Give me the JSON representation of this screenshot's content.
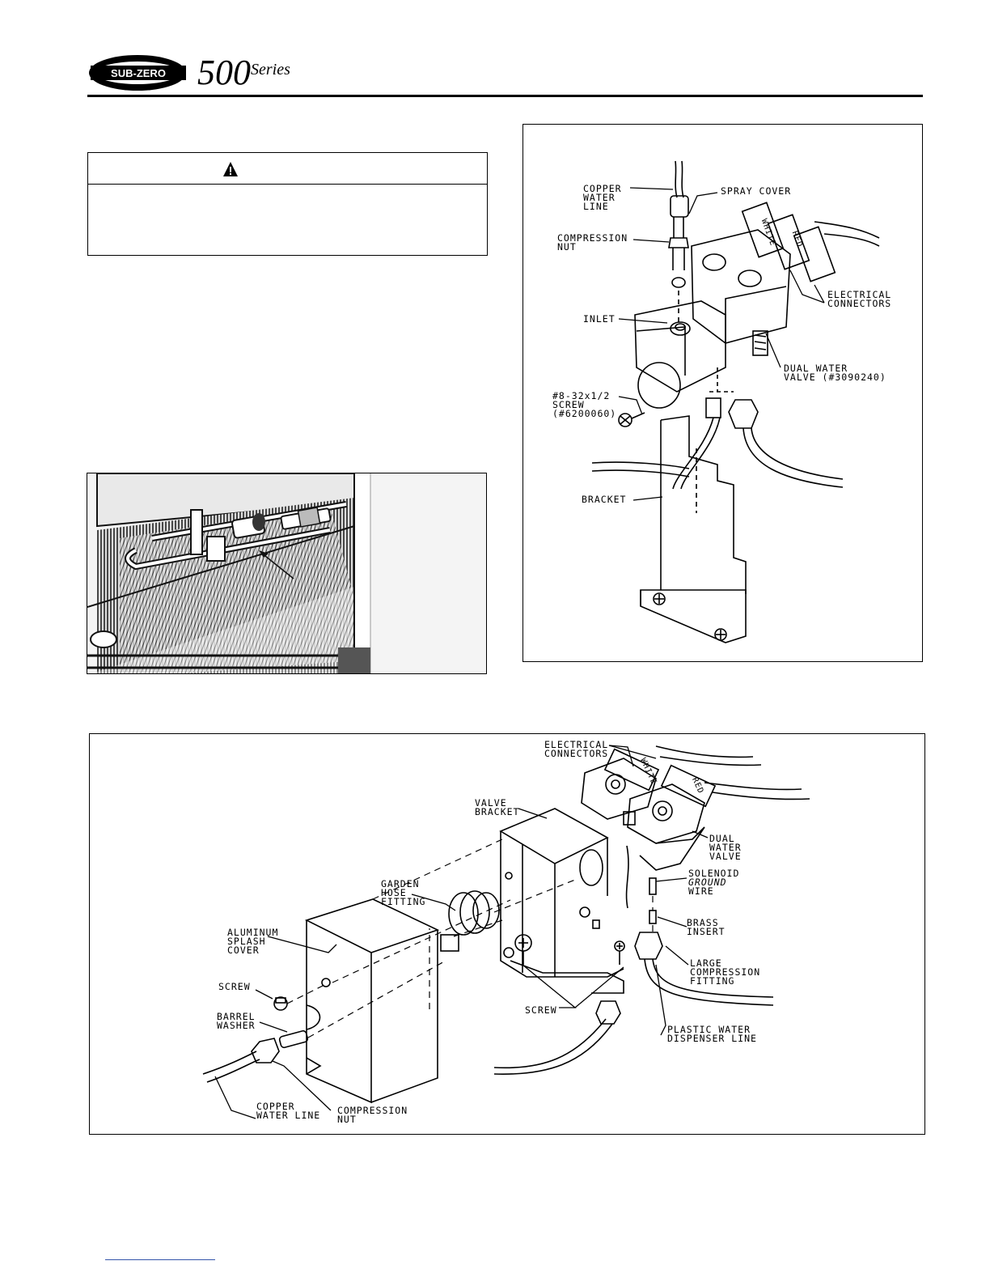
{
  "header": {
    "brand": "SUB-ZERO",
    "series_number": "500",
    "series_word": "Series"
  },
  "warning_box": {
    "icon": "warning-triangle-icon"
  },
  "figure_right": {
    "labels": {
      "copper_water_line": "COPPER\nWATER\nLINE",
      "spray_cover": "SPRAY COVER",
      "compression_nut": "COMPRESSION\nNUT",
      "white": "WHITE",
      "red": "RED",
      "electrical_connectors": "ELECTRICAL\nCONNECTORS",
      "inlet": "INLET",
      "dual_water_valve": "DUAL WATER\nVALVE (#3090240)",
      "screw": "#8-32x1/2\nSCREW\n(#6200060)",
      "bracket": "BRACKET"
    }
  },
  "figure_bottom": {
    "labels": {
      "electrical_connectors": "ELECTRICAL\nCONNECTORS",
      "white": "WHITE",
      "red": "RED",
      "valve_bracket": "VALVE\nBRACKET",
      "dual_water_valve": "DUAL\nWATER\nVALVE",
      "solenoid": "SOLENOID",
      "ground": "GROUND",
      "wire": "WIRE",
      "garden_hose_fitting": "GARDEN\nHOSE\nFITTING",
      "brass_insert": "BRASS\nINSERT",
      "aluminum_splash_cover": "ALUMINUM\nSPLASH\nCOVER",
      "large_compression_fitting": "LARGE\nCOMPRESSION\nFITTING",
      "screw_left": "SCREW",
      "screw_mid": "SCREW",
      "barrel_washer": "BARREL\nWASHER",
      "plastic_water_dispenser_line": "PLASTIC WATER\nDISPENSER LINE",
      "copper_water_line": "COPPER\nWATER LINE",
      "compression_nut": "COMPRESSION\nNUT"
    }
  },
  "colors": {
    "ink": "#000000",
    "link": "#3355aa"
  }
}
